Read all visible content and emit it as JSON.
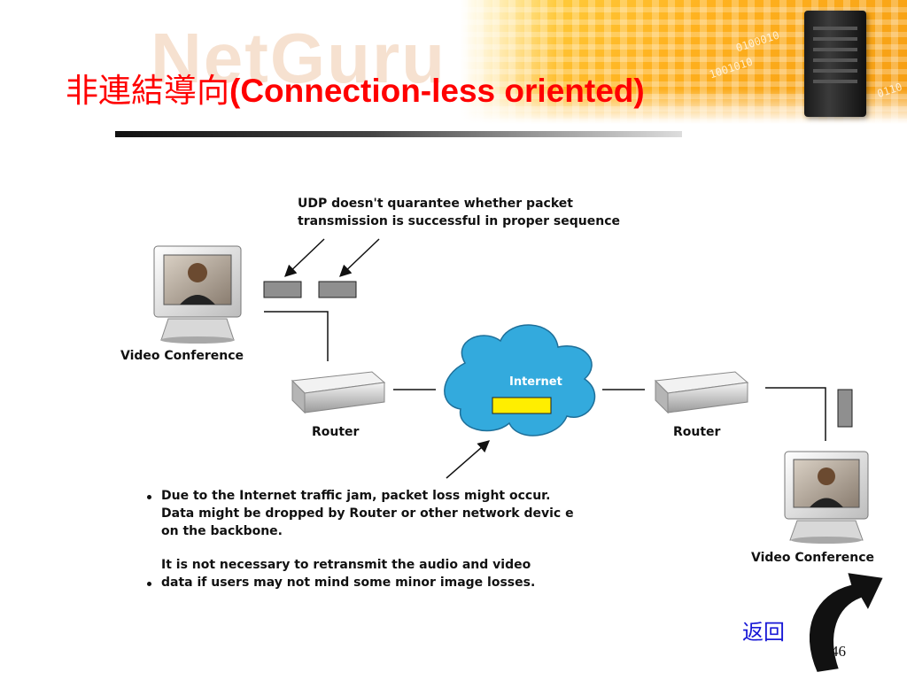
{
  "slide": {
    "title_cjk": "非連結導向",
    "title_latin": "(Connection-less oriented)",
    "banner_watermark": "NetGuru",
    "page_number": "46",
    "back_label": "返回"
  },
  "figure": {
    "callout_udp": [
      "UDP doesn't quarantee whether packet",
      "transmission is successful in proper sequence"
    ],
    "label_video_left": "Video Conference",
    "label_video_right": "Video Conference",
    "label_router_left": "Router",
    "label_router_right": "Router",
    "label_internet": "Internet",
    "bullets": [
      "Due to the Internet traffic jam, packet loss might occur.",
      "Data might be dropped by Router or other network devic e",
      "on the backbone.",
      "",
      "It is not necessary to retransmit the audio and video",
      "data if users may not mind some minor image losses."
    ]
  },
  "colors": {
    "title": "#ff0000",
    "cloud": "#33aadd",
    "packet_in_cloud": "#ffee00",
    "back_link": "#1a1ad6"
  }
}
